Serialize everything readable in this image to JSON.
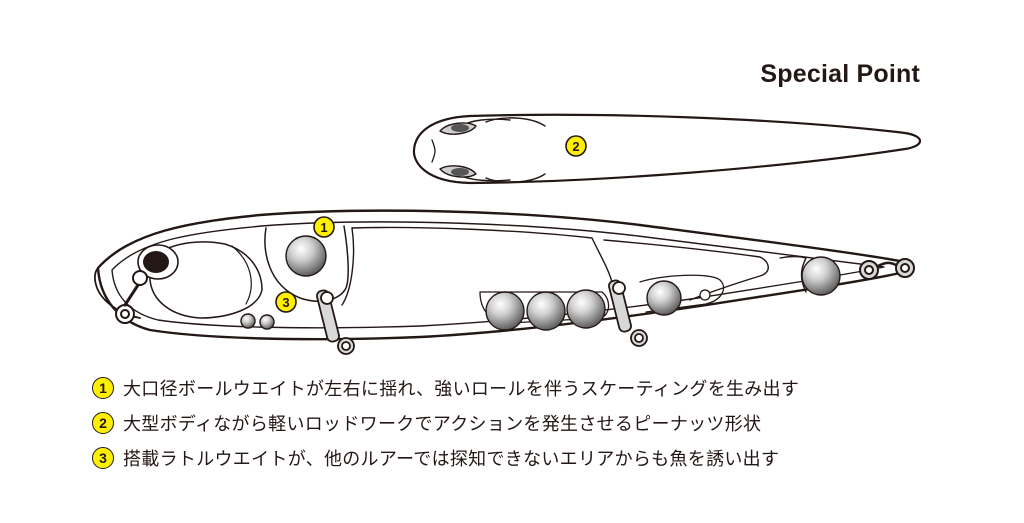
{
  "header": {
    "title": "Special Point"
  },
  "colors": {
    "marker_fill": "#fff000",
    "outline": "#231815",
    "background": "#ffffff"
  },
  "callouts": {
    "c1": "1",
    "c2": "2",
    "c3": "3"
  },
  "features": [
    {
      "number": "1",
      "text": "大口径ボールウエイトが左右に揺れ、強いロールを伴うスケーティングを生み出す"
    },
    {
      "number": "2",
      "text": "大型ボディながら軽いロッドワークでアクションを発生させるピーナッツ形状"
    },
    {
      "number": "3",
      "text": "搭載ラトルウエイトが、他のルアーでは探知できないエリアからも魚を誘い出す"
    }
  ]
}
